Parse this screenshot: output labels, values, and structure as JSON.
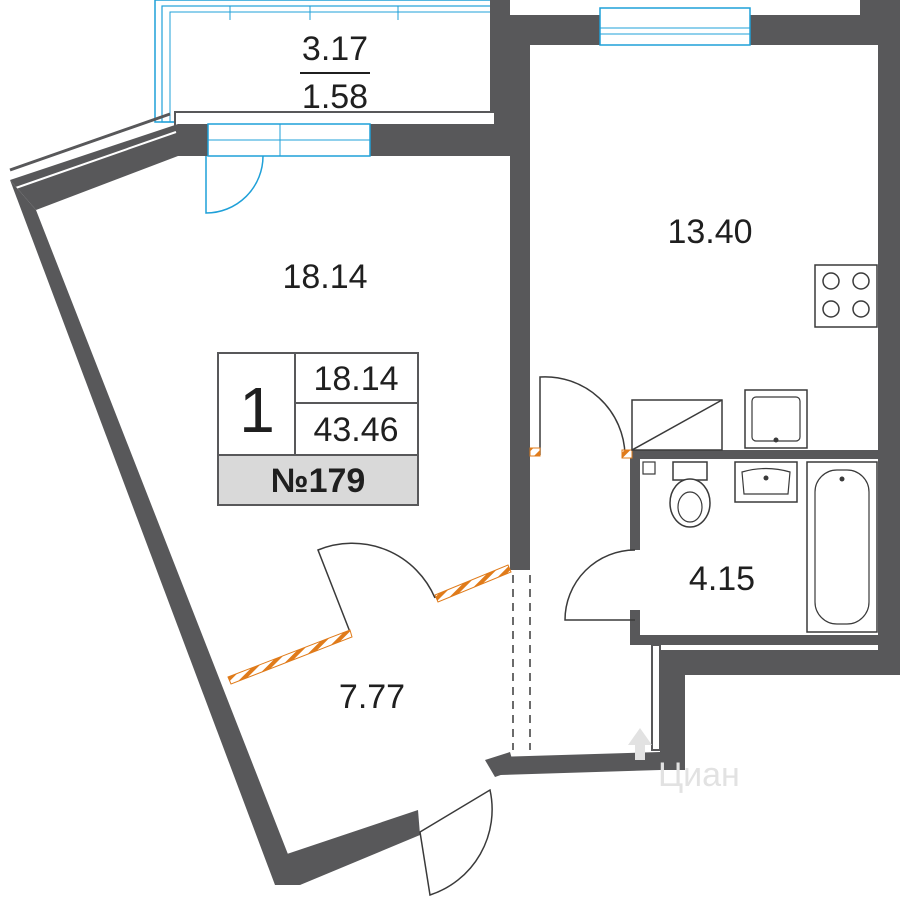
{
  "rooms": {
    "balcony": {
      "area": "3.17",
      "coef_area": "1.58"
    },
    "living_room": {
      "area": "18.14"
    },
    "kitchen": {
      "area": "13.40"
    },
    "bathroom": {
      "area": "4.15"
    },
    "hallway": {
      "area": "7.77"
    }
  },
  "info_block": {
    "rooms_count": "1",
    "living_area": "18.14",
    "total_area": "43.46",
    "apartment_number": "№179"
  },
  "watermark": {
    "text": "Циан"
  },
  "colors": {
    "wall": "#58585a",
    "window": "#1fa0d8",
    "door_line": "#1fa0d8",
    "hatch": "#e07b1a",
    "info_bg": "#d9d9d9"
  }
}
